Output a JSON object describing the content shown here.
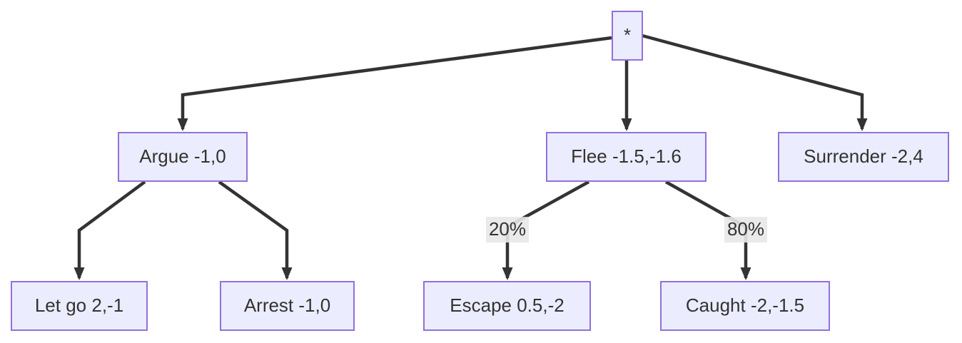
{
  "diagram": {
    "type": "game-tree",
    "nodes": {
      "root": {
        "label": "*"
      },
      "argue": {
        "label": "Argue -1,0"
      },
      "flee": {
        "label": "Flee -1.5,-1.6"
      },
      "surrender": {
        "label": "Surrender -2,4"
      },
      "let_go": {
        "label": "Let go 2,-1"
      },
      "arrest": {
        "label": "Arrest -1,0"
      },
      "escape": {
        "label": "Escape 0.5,-2"
      },
      "caught": {
        "label": "Caught -2,-1.5"
      }
    },
    "edges": [
      {
        "from": "root",
        "to": "argue",
        "label": ""
      },
      {
        "from": "root",
        "to": "flee",
        "label": ""
      },
      {
        "from": "root",
        "to": "surrender",
        "label": ""
      },
      {
        "from": "argue",
        "to": "let_go",
        "label": ""
      },
      {
        "from": "argue",
        "to": "arrest",
        "label": ""
      },
      {
        "from": "flee",
        "to": "escape",
        "label": "20%"
      },
      {
        "from": "flee",
        "to": "caught",
        "label": "80%"
      }
    ],
    "colors": {
      "node_fill": "#ECECFF",
      "node_border": "#9370DB",
      "edge_stroke": "#333333",
      "edge_label_bg": "#E8E8E8",
      "text": "#333333"
    }
  }
}
